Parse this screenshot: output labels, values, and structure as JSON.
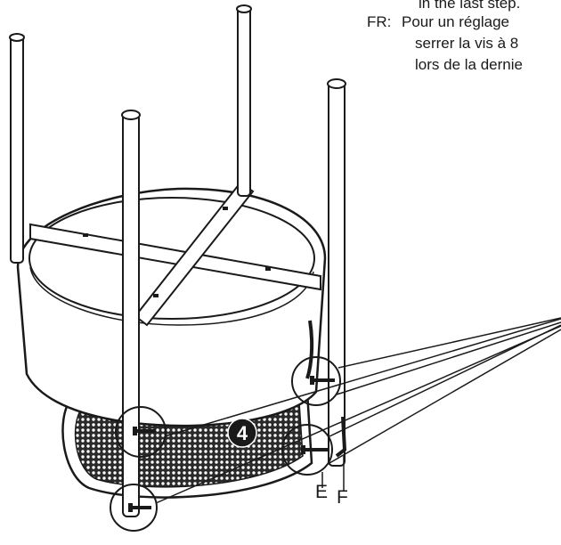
{
  "instructions": {
    "en_tail": "in the last step.",
    "fr_prefix": "FR:",
    "fr_line1": "Pour un réglage",
    "fr_line2": "serrer la vis à 8",
    "fr_line3": "lors de la dernie"
  },
  "step_number": "4",
  "labels": {
    "e": "E",
    "f": "F"
  },
  "colors": {
    "stroke": "#1a1a1a",
    "fill": "#ffffff",
    "mesh": "#2a2a2a"
  },
  "icons": {
    "step_badge": "circled-number",
    "tool": "allen-key"
  }
}
